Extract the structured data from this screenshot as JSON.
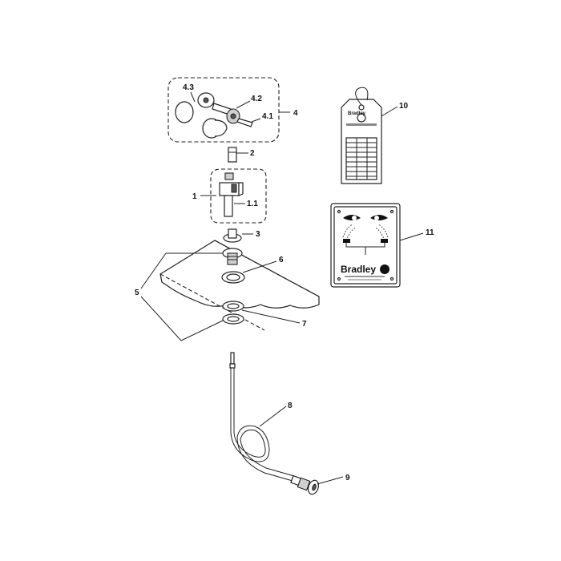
{
  "callouts": {
    "c4_3": "4.3",
    "c4_2": "4.2",
    "c4_1": "4.1",
    "c4": "4",
    "c10": "10",
    "c2": "2",
    "c1": "1",
    "c1_1": "1.1",
    "c3": "3",
    "c11": "11",
    "c6": "6",
    "c5": "5",
    "c7": "7",
    "c8": "8",
    "c9": "9"
  },
  "tag": {
    "brand": "Bradley"
  },
  "sign": {
    "brand": "Bradley"
  }
}
